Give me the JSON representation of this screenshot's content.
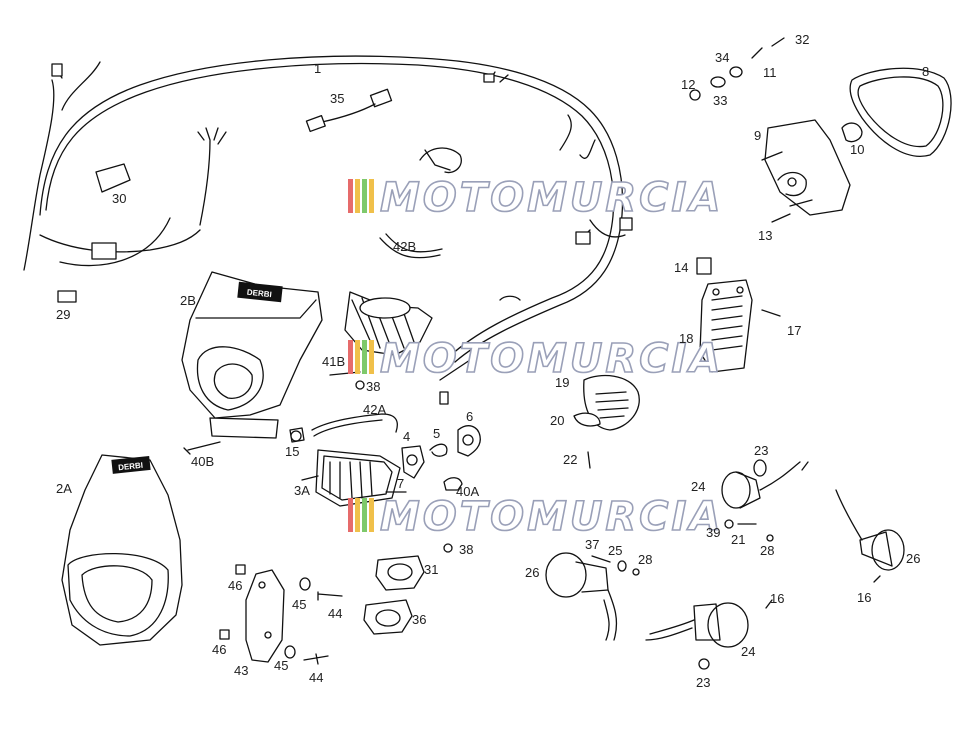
{
  "diagram": {
    "watermark": "MOTOMURCIA",
    "brand_logo": "DERBI",
    "parts": [
      {
        "id": "p1",
        "label": "1"
      },
      {
        "id": "p2A",
        "label": "2A"
      },
      {
        "id": "p2B",
        "label": "2B"
      },
      {
        "id": "p3A",
        "label": "3A"
      },
      {
        "id": "p4",
        "label": "4"
      },
      {
        "id": "p5",
        "label": "5"
      },
      {
        "id": "p6",
        "label": "6"
      },
      {
        "id": "p7",
        "label": "7"
      },
      {
        "id": "p8",
        "label": "8"
      },
      {
        "id": "p9",
        "label": "9"
      },
      {
        "id": "p10",
        "label": "10"
      },
      {
        "id": "p11",
        "label": "11"
      },
      {
        "id": "p12",
        "label": "12"
      },
      {
        "id": "p13",
        "label": "13"
      },
      {
        "id": "p14",
        "label": "14"
      },
      {
        "id": "p15",
        "label": "15"
      },
      {
        "id": "p16a",
        "label": "16"
      },
      {
        "id": "p16b",
        "label": "16"
      },
      {
        "id": "p17",
        "label": "17"
      },
      {
        "id": "p18",
        "label": "18"
      },
      {
        "id": "p19",
        "label": "19"
      },
      {
        "id": "p20",
        "label": "20"
      },
      {
        "id": "p21",
        "label": "21"
      },
      {
        "id": "p22",
        "label": "22"
      },
      {
        "id": "p23a",
        "label": "23"
      },
      {
        "id": "p23b",
        "label": "23"
      },
      {
        "id": "p24a",
        "label": "24"
      },
      {
        "id": "p24b",
        "label": "24"
      },
      {
        "id": "p25",
        "label": "25"
      },
      {
        "id": "p26a",
        "label": "26"
      },
      {
        "id": "p26b",
        "label": "26"
      },
      {
        "id": "p28a",
        "label": "28"
      },
      {
        "id": "p28b",
        "label": "28"
      },
      {
        "id": "p29",
        "label": "29"
      },
      {
        "id": "p30",
        "label": "30"
      },
      {
        "id": "p31",
        "label": "31"
      },
      {
        "id": "p32",
        "label": "32"
      },
      {
        "id": "p33",
        "label": "33"
      },
      {
        "id": "p34",
        "label": "34"
      },
      {
        "id": "p35",
        "label": "35"
      },
      {
        "id": "p36",
        "label": "36"
      },
      {
        "id": "p37",
        "label": "37"
      },
      {
        "id": "p38a",
        "label": "38"
      },
      {
        "id": "p38b",
        "label": "38"
      },
      {
        "id": "p39",
        "label": "39"
      },
      {
        "id": "p40A",
        "label": "40A"
      },
      {
        "id": "p40B",
        "label": "40B"
      },
      {
        "id": "p41B",
        "label": "41B"
      },
      {
        "id": "p42A",
        "label": "42A"
      },
      {
        "id": "p42B",
        "label": "42B"
      },
      {
        "id": "p43",
        "label": "43"
      },
      {
        "id": "p44a",
        "label": "44"
      },
      {
        "id": "p44b",
        "label": "44"
      },
      {
        "id": "p45a",
        "label": "45"
      },
      {
        "id": "p45b",
        "label": "45"
      },
      {
        "id": "p46a",
        "label": "46"
      },
      {
        "id": "p46b",
        "label": "46"
      }
    ]
  }
}
